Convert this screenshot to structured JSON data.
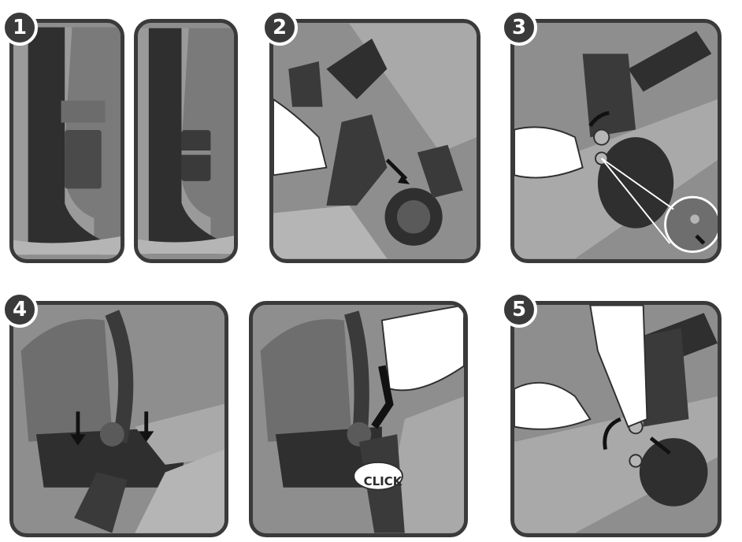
{
  "steps": {
    "step1": "1",
    "step2": "2",
    "step3": "3",
    "step4": "4",
    "step5": "5"
  },
  "labels": {
    "click": "CLICK"
  },
  "colors": {
    "frame": "#3a3a3a",
    "background": "#8e8e8e",
    "dark": "#2f2f2f",
    "mid": "#6e6e6e",
    "light": "#b5b5b5",
    "skin": "#ffffff"
  }
}
